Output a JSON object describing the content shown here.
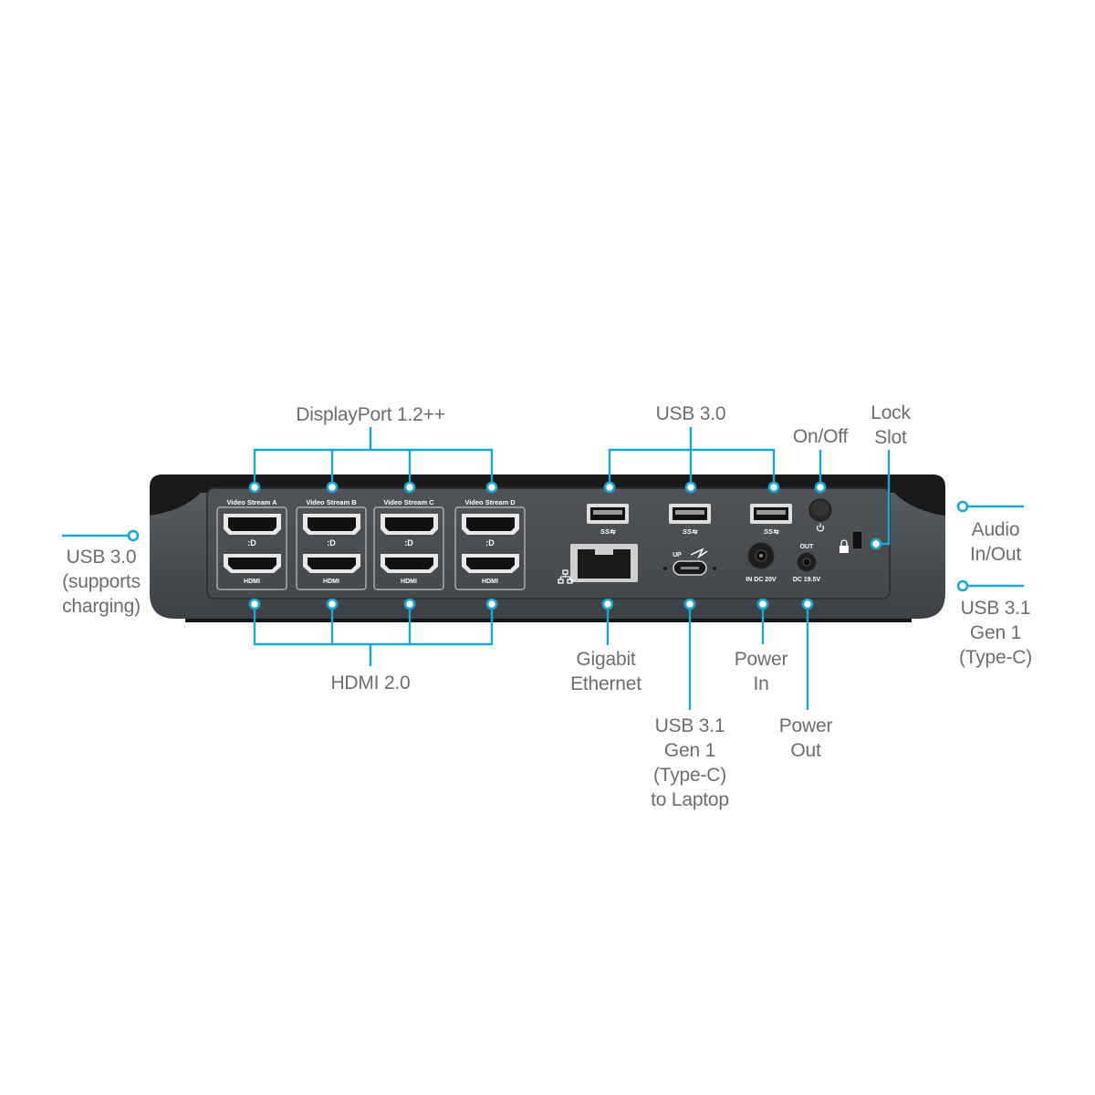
{
  "accent_color": "#1aa7d8",
  "device": {
    "name_icon": "docking-station",
    "stream_labels": [
      "Video Stream A",
      "Video Stream B",
      "Video Stream C",
      "Video Stream D"
    ],
    "hdmi_port_label": "HDMI",
    "usb_up_label": "UP",
    "power_in_port_label": "IN DC 20V",
    "power_out_port_top": "OUT",
    "power_out_port_bottom": "DC 19.5V"
  },
  "callouts": {
    "displayport": [
      "DisplayPort 1.2++"
    ],
    "hdmi": [
      "HDMI 2.0"
    ],
    "usb30_top": [
      "USB 3.0"
    ],
    "usb30_side": [
      "USB 3.0",
      "(supports",
      "charging)"
    ],
    "onoff": [
      "On/Off"
    ],
    "lock": [
      "Lock",
      "Slot"
    ],
    "audio": [
      "Audio",
      "In/Out"
    ],
    "usb31_side": [
      "USB 3.1",
      "Gen 1",
      "(Type-C)"
    ],
    "ethernet": [
      "Gigabit",
      "Ethernet"
    ],
    "usbc_laptop": [
      "USB 3.1",
      "Gen 1",
      "(Type-C)",
      "to Laptop"
    ],
    "power_in": [
      "Power",
      "In"
    ],
    "power_out": [
      "Power",
      "Out"
    ]
  }
}
